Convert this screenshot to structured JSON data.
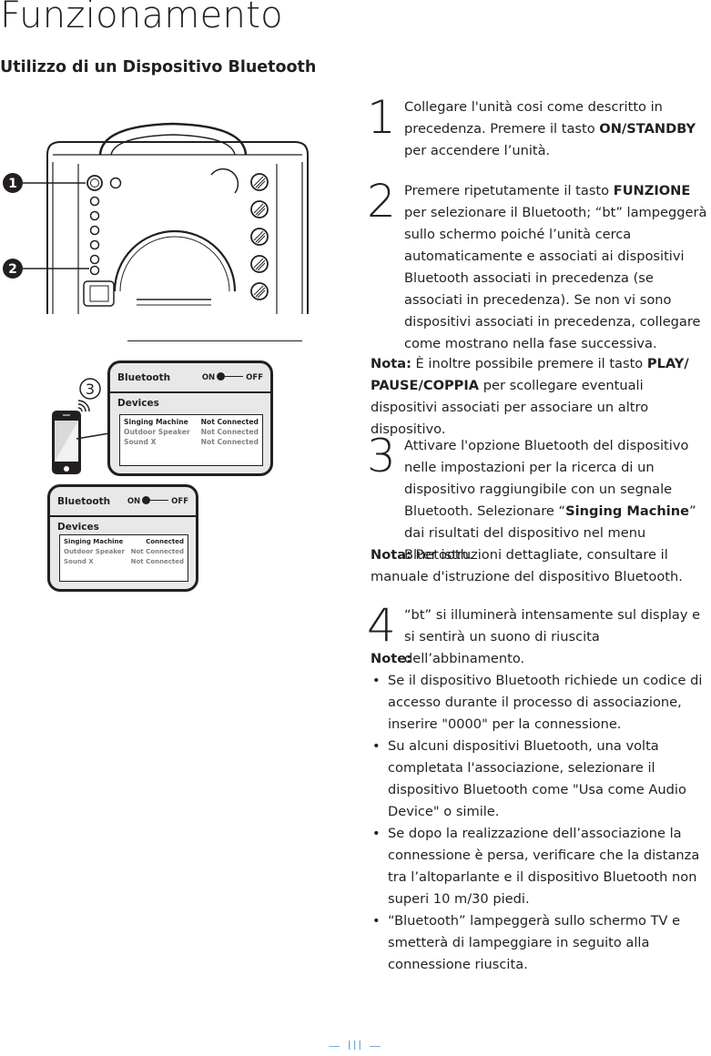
{
  "header": {
    "title": "Funzionamento",
    "subtitle": "Utilizzo di un Dispositivo Bluetooth"
  },
  "illustration": {
    "callout_1": "1",
    "callout_2": "2",
    "callout_3": "3"
  },
  "bt_panel_1": {
    "name": "Bluetooth",
    "on": "ON",
    "off": "OFF",
    "devices_title": "Devices",
    "devices": [
      {
        "name": "Singing Machine",
        "status": "Not Connected"
      },
      {
        "name": "Outdoor Speaker",
        "status": "Not Connected"
      },
      {
        "name": "Sound X",
        "status": "Not Connected"
      }
    ]
  },
  "bt_panel_2": {
    "name": "Bluetooth",
    "on": "ON",
    "off": "OFF",
    "devices_title": "Devices",
    "devices": [
      {
        "name": "Singing Machine",
        "status": "Connected"
      },
      {
        "name": "Outdoor Speaker",
        "status": "Not Connected"
      },
      {
        "name": "Sound X",
        "status": "Not Connected"
      }
    ]
  },
  "steps": {
    "s1": {
      "num": "1",
      "t1": "Collegare l'unità cosi come descritto in precedenza. Premere il tasto ",
      "b1": "ON/STANDBY",
      "t2": " per accendere l’unità."
    },
    "s2": {
      "num": "2",
      "t1": "Premere ripetutamente il tasto ",
      "b1": "FUNZIONE",
      "t2": " per selezionare il Bluetooth; “bt” lampeggerà sullo schermo poiché l’unità cerca automaticamente e associati ai dispositivi Bluetooth associati in precedenza (se associati in precedenza). Se non vi sono dispositivi associati in precedenza, collegare come mostrano nella fase successiva."
    },
    "note1": {
      "label": "Nota:",
      "t1": " È inoltre possibile premere il tasto ",
      "b1": "PLAY/ PAUSE/COPPIA",
      "t2": " per scollegare eventuali dispositivi associati per associare un altro dispositivo."
    },
    "s3": {
      "num": "3",
      "t1": "Attivare l'opzione Bluetooth del dispositivo nelle impostazioni per la ricerca di un dispositivo raggiungibile con un segnale Bluetooth. Selezionare “",
      "b1": "Singing Machine",
      "t2": "” dai risultati del dispositivo nel menu Bluetooth."
    },
    "note3": {
      "label": "Nota:",
      "t1": " Per istruzioni dettagliate, consultare il manuale d'istruzione del dispositivo Bluetooth."
    },
    "s4": {
      "num": "4",
      "t1": "“bt” si illuminerà intensamente sul display e si sentirà un suono di riuscita dell’abbinamento."
    },
    "notes4": {
      "label": "Note:",
      "items": [
        "Se il dispositivo Bluetooth richiede un codice di accesso durante il processo di associazione, inserire \"0000\" per la connessione.",
        "Su alcuni dispositivi Bluetooth, una volta completata l'associazione, selezionare il dispositivo Bluetooth come \"Usa come Audio Device\" o simile.",
        "Se dopo la realizzazione dell’associazione la connessione è persa, verificare che la distanza tra l’altoparlante e il dispositivo Bluetooth non superi 10 m/30 piedi.",
        "“Bluetooth” lampeggerà sullo schermo TV e smetterà di lampeggiare in seguito alla connessione riuscita."
      ]
    }
  },
  "footer": {
    "page": "— III —"
  }
}
